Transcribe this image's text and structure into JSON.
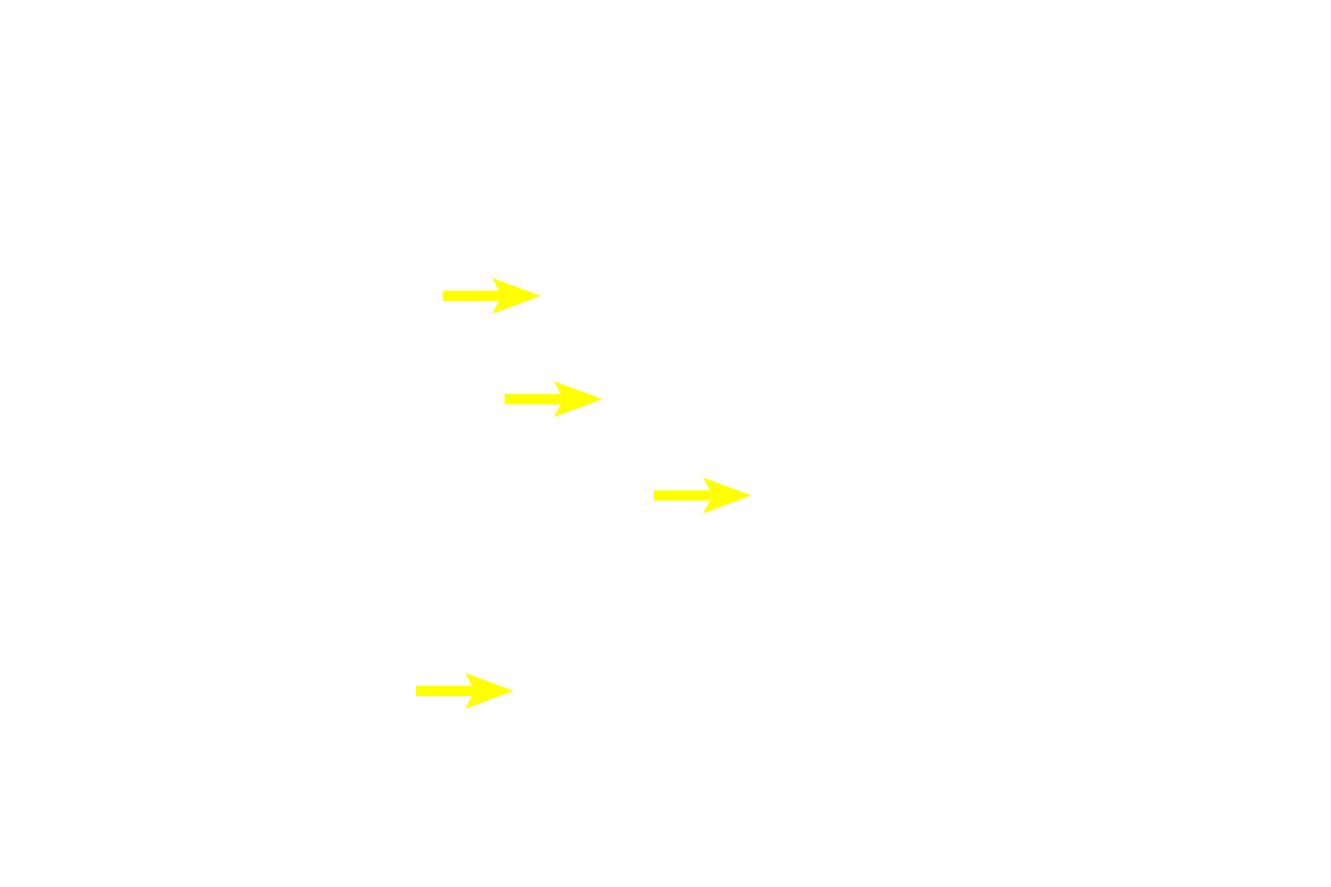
{
  "background_color": "#ffffff",
  "arrow_color": "#ffff00",
  "arrows": [
    {
      "icon": "arrow-right-icon",
      "direction": "right"
    },
    {
      "icon": "arrow-right-icon",
      "direction": "right"
    },
    {
      "icon": "arrow-right-icon",
      "direction": "right"
    },
    {
      "icon": "arrow-right-icon",
      "direction": "right"
    }
  ]
}
